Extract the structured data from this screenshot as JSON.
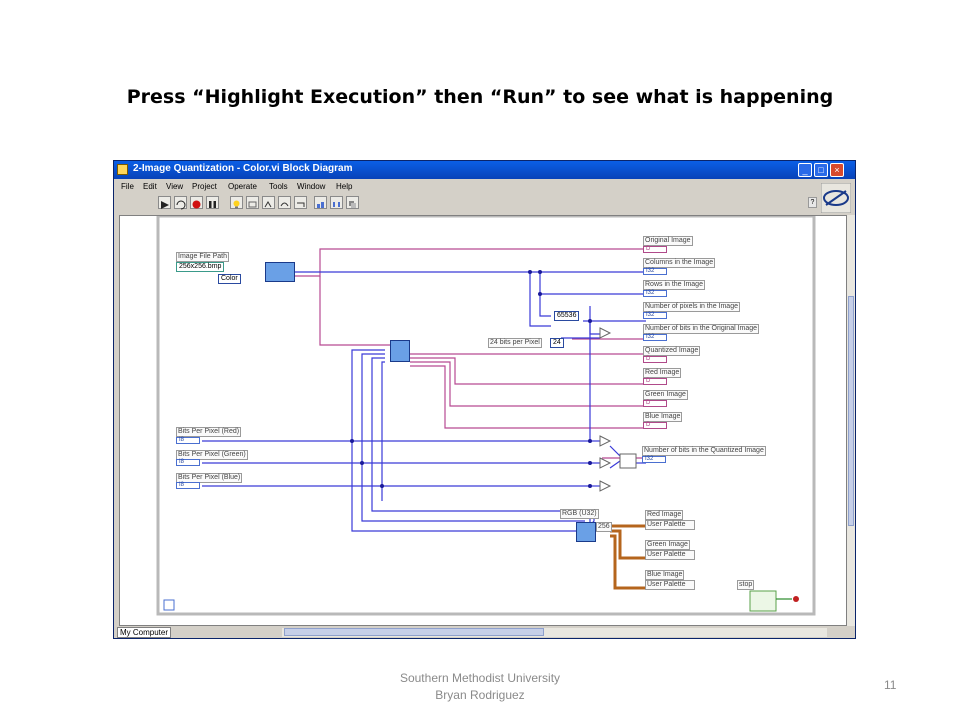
{
  "slide": {
    "title": "Press “Highlight Execution” then “Run” to see what is happening",
    "footer_line1": "Southern Methodist University",
    "footer_line2": "Bryan Rodriguez",
    "page_number": "11"
  },
  "window": {
    "title": "2-Image Quantization - Color.vi Block Diagram",
    "menu": [
      "File",
      "Edit",
      "View",
      "Project",
      "Operate",
      "Tools",
      "Window",
      "Help"
    ],
    "status": "My Computer"
  },
  "diagram": {
    "controls": {
      "image_file_path_label": "Image File Path",
      "image_file_path_value": "256x256.bmp",
      "color_value": "Color",
      "bits_per_pixel_const": "24 bits per Pixel",
      "bits_per_pixel_value": "24",
      "multiply_const": "65536",
      "bpp_red_label": "Bits Per Pixel  (Red)",
      "bpp_green_label": "Bits Per Pixel  (Green)",
      "bpp_blue_label": "Bits Per Pixel  (Blue)",
      "rgb_label": "RGB (U32)",
      "size_256": "256",
      "stop_label": "stop"
    },
    "indicators": [
      "Original Image",
      "Columns in the Image",
      "Rows in the Image",
      "Number of pixels in the Image",
      "Number of bits in the Original Image",
      "Quantized Image",
      "Red Image",
      "Green Image",
      "Blue Image",
      "Number of bits in the Quantized Image"
    ],
    "palette_outputs": [
      {
        "label": "Red Image",
        "palette": "User Palette"
      },
      {
        "label": "Green Image",
        "palette": "User Palette"
      },
      {
        "label": "Blue Image",
        "palette": "User Palette"
      }
    ]
  },
  "colors": {
    "wire_int": "#3a3ad8",
    "wire_image": "#b84a92",
    "wire_palette": "#b5651d",
    "titlebar": "#0a5fe6"
  }
}
